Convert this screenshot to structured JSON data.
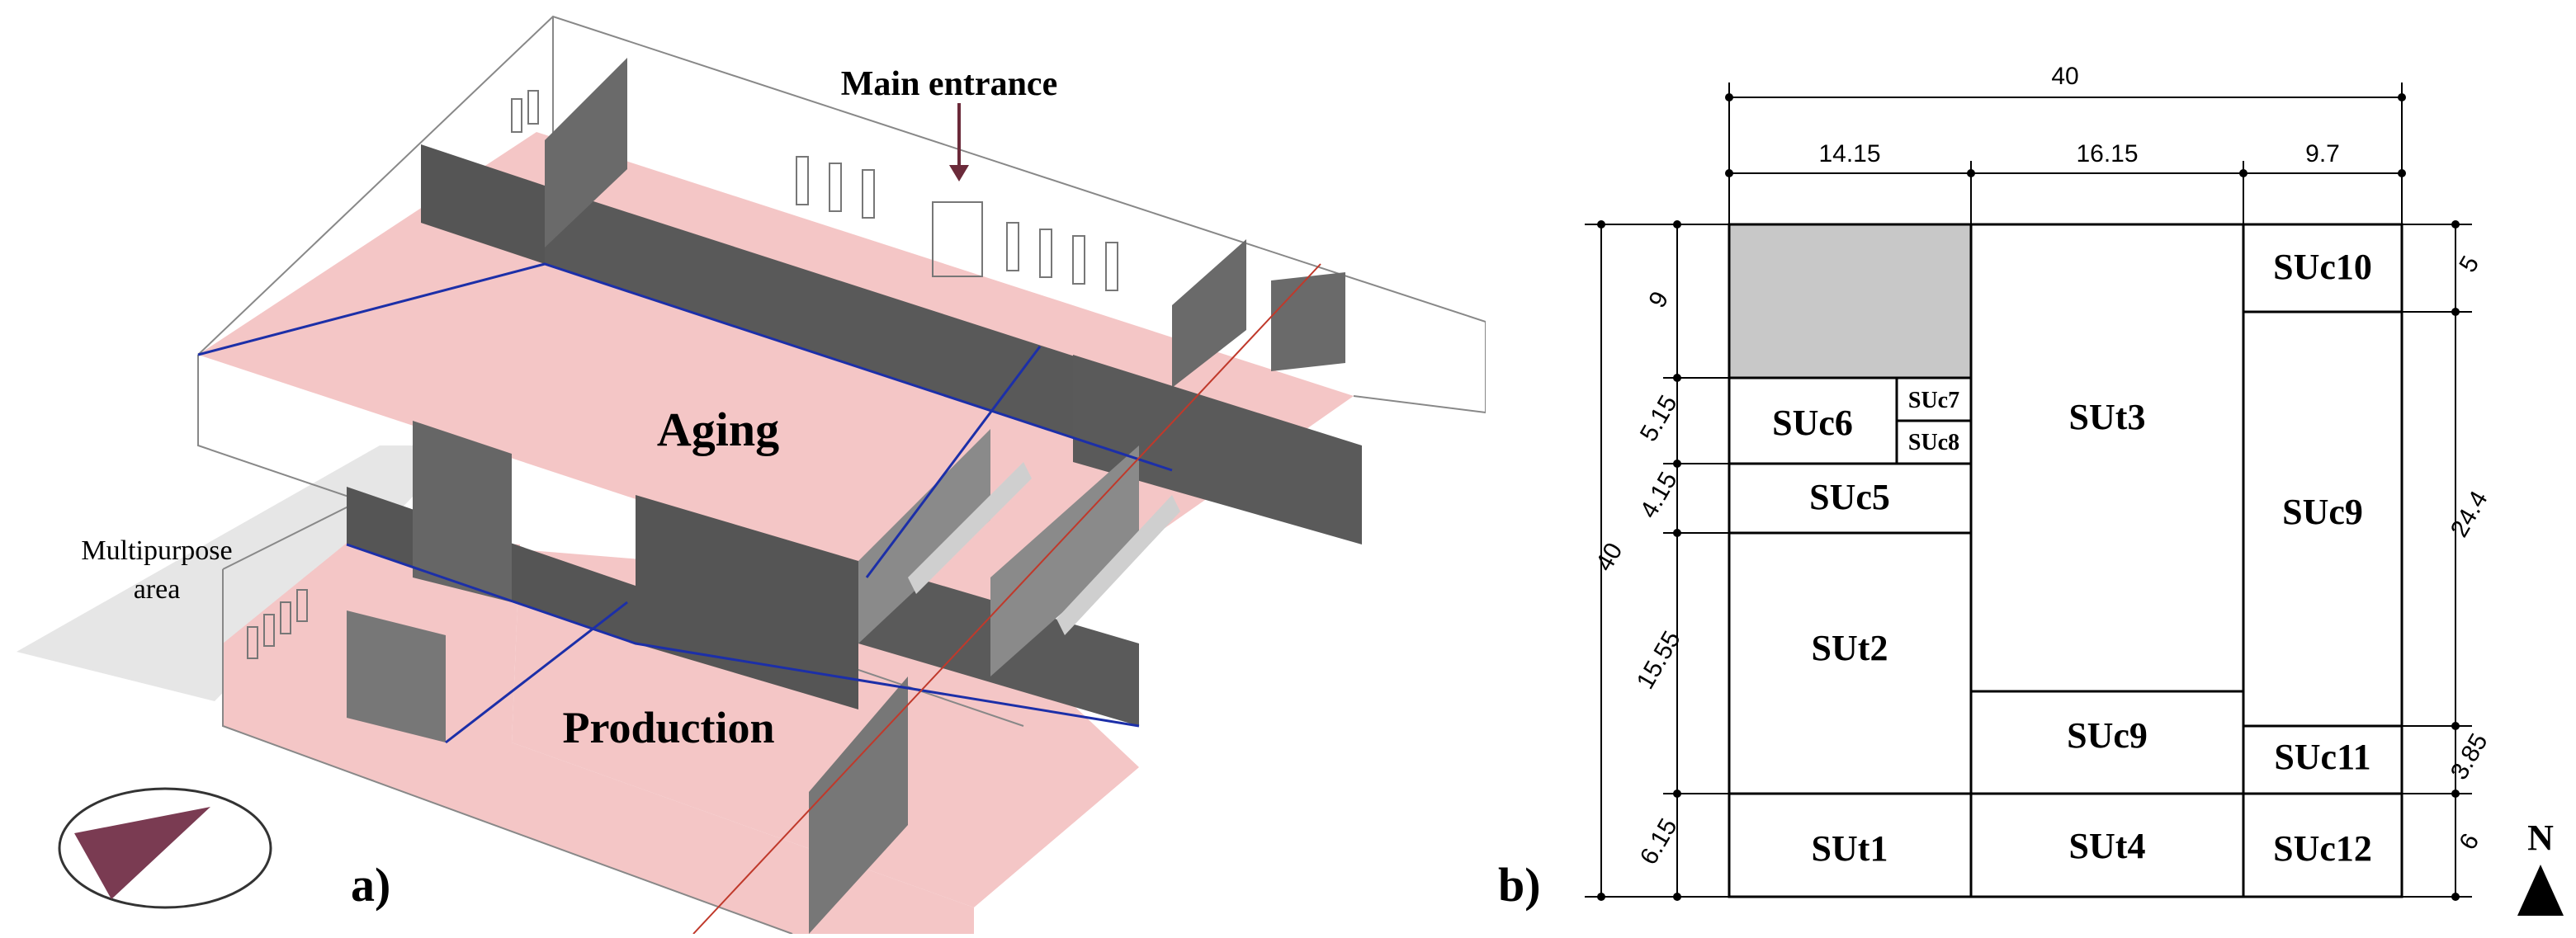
{
  "panel_a": {
    "label": "a)",
    "areas": {
      "aging": "Aging",
      "production": "Production",
      "main_entrance": "Main entrance",
      "multipurpose": [
        "Multipurpose",
        "area"
      ]
    }
  },
  "panel_b": {
    "label": "b)",
    "north": "N",
    "dims": {
      "total_width": "40",
      "col1": "14.15",
      "col2": "16.15",
      "col3": "9.7",
      "total_height": "40",
      "left_rows": [
        "9",
        "5.15",
        "4.15",
        "15.55",
        "6.15"
      ],
      "right_rows": [
        "5",
        "24.4",
        "3.85",
        "6"
      ]
    },
    "rooms": {
      "suc10": "SUc10",
      "suc6": "SUc6",
      "suc7": "SUc7",
      "suc8": "SUc8",
      "sut3": "SUt3",
      "suc5": "SUc5",
      "suc9_right": "SUc9",
      "sut2": "SUt2",
      "suc9_mid": "SUc9",
      "suc11": "SUc11",
      "sut1": "SUt1",
      "sut4": "SUt4",
      "suc12": "SUc12"
    }
  },
  "colors": {
    "floor": "#f4c6c6",
    "wall": "#555555",
    "wall_light": "#c9c9c9",
    "stub_gray": "#c8c8c8",
    "compass_fill": "#7a3b52",
    "blue_line": "#1c2fa8",
    "red_line": "#c0392b",
    "arrow": "#6b2a3a"
  }
}
